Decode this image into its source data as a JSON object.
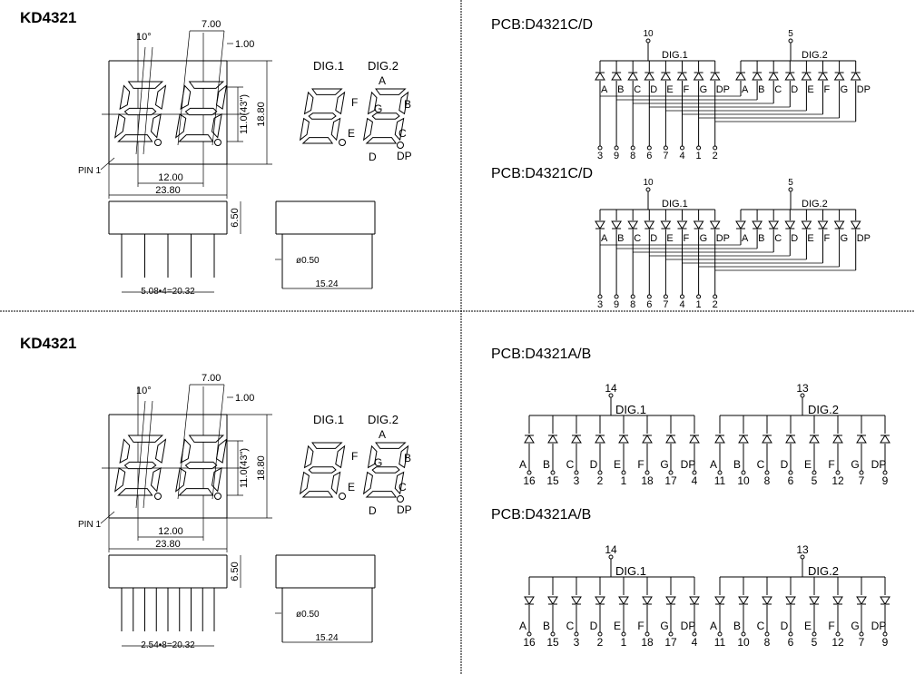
{
  "top": {
    "part_number": "KD4321",
    "pcb_title_1": "PCB:D4321C/D",
    "pcb_title_2": "PCB:D4321C/D",
    "dims": {
      "angle": "10°",
      "seg_width": "7.00",
      "seg_stroke": "1.00",
      "digit_height": "11.0(43\")",
      "height": "18.80",
      "digit_pitch": "12.00",
      "width": "23.80",
      "thickness": "6.50",
      "pin_pitch": "5.08•4=20.32",
      "pin_dia": "ø0.50",
      "depth": "15.24",
      "pin1": "PIN 1"
    },
    "digit_labels": {
      "dig1": "DIG.1",
      "dig2": "DIG.2"
    },
    "segment_letters": {
      "a": "A",
      "b": "B",
      "c": "C",
      "d": "D",
      "e": "E",
      "f": "F",
      "g": "G",
      "dp": "DP"
    },
    "schematic": {
      "common1": "10",
      "common2": "5",
      "dig1": "DIG.1",
      "dig2": "DIG.2",
      "segments": [
        "A",
        "B",
        "C",
        "D",
        "E",
        "F",
        "G",
        "DP"
      ],
      "pins": [
        "3",
        "9",
        "8",
        "6",
        "7",
        "4",
        "1",
        "2"
      ]
    }
  },
  "bottom": {
    "part_number": "KD4321",
    "pcb_title_1": "PCB:D4321A/B",
    "pcb_title_2": "PCB:D4321A/B",
    "dims": {
      "angle": "10°",
      "seg_width": "7.00",
      "seg_stroke": "1.00",
      "digit_height": "11.0(43\")",
      "height": "18.80",
      "digit_pitch": "12.00",
      "width": "23.80",
      "thickness": "6.50",
      "pin_pitch": "2.54•8=20.32",
      "pin_dia": "ø0.50",
      "depth": "15.24",
      "pin1": "PIN 1"
    },
    "digit_labels": {
      "dig1": "DIG.1",
      "dig2": "DIG.2"
    },
    "segment_letters": {
      "a": "A",
      "b": "B",
      "c": "C",
      "d": "D",
      "e": "E",
      "f": "F",
      "g": "G",
      "dp": "DP"
    },
    "schematic": {
      "common1": "14",
      "common2": "13",
      "dig1": "DIG.1",
      "dig2": "DIG.2",
      "segments": [
        "A",
        "B",
        "C",
        "D",
        "E",
        "F",
        "G",
        "DP"
      ],
      "pins_dig1": [
        "16",
        "15",
        "3",
        "2",
        "1",
        "18",
        "17",
        "4"
      ],
      "pins_dig2": [
        "11",
        "10",
        "8",
        "6",
        "5",
        "12",
        "7",
        "9"
      ]
    }
  }
}
